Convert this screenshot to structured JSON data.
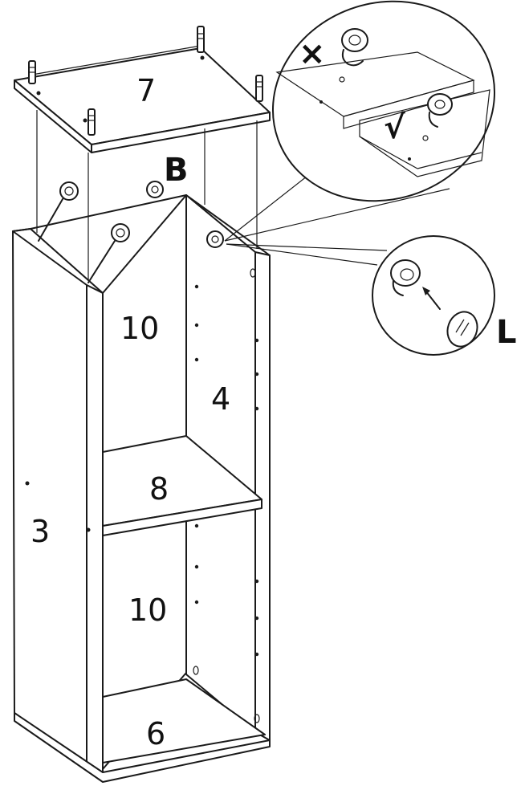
{
  "labels": {
    "part_top": "7",
    "part_side_left": "3",
    "part_back_upper": "10",
    "part_back_lower": "10",
    "part_side_right": "4",
    "part_shelf_middle": "8",
    "part_bottom": "6",
    "hardware_b": "B",
    "hardware_l": "L"
  },
  "marks": {
    "wrong": "×",
    "right": "√"
  }
}
